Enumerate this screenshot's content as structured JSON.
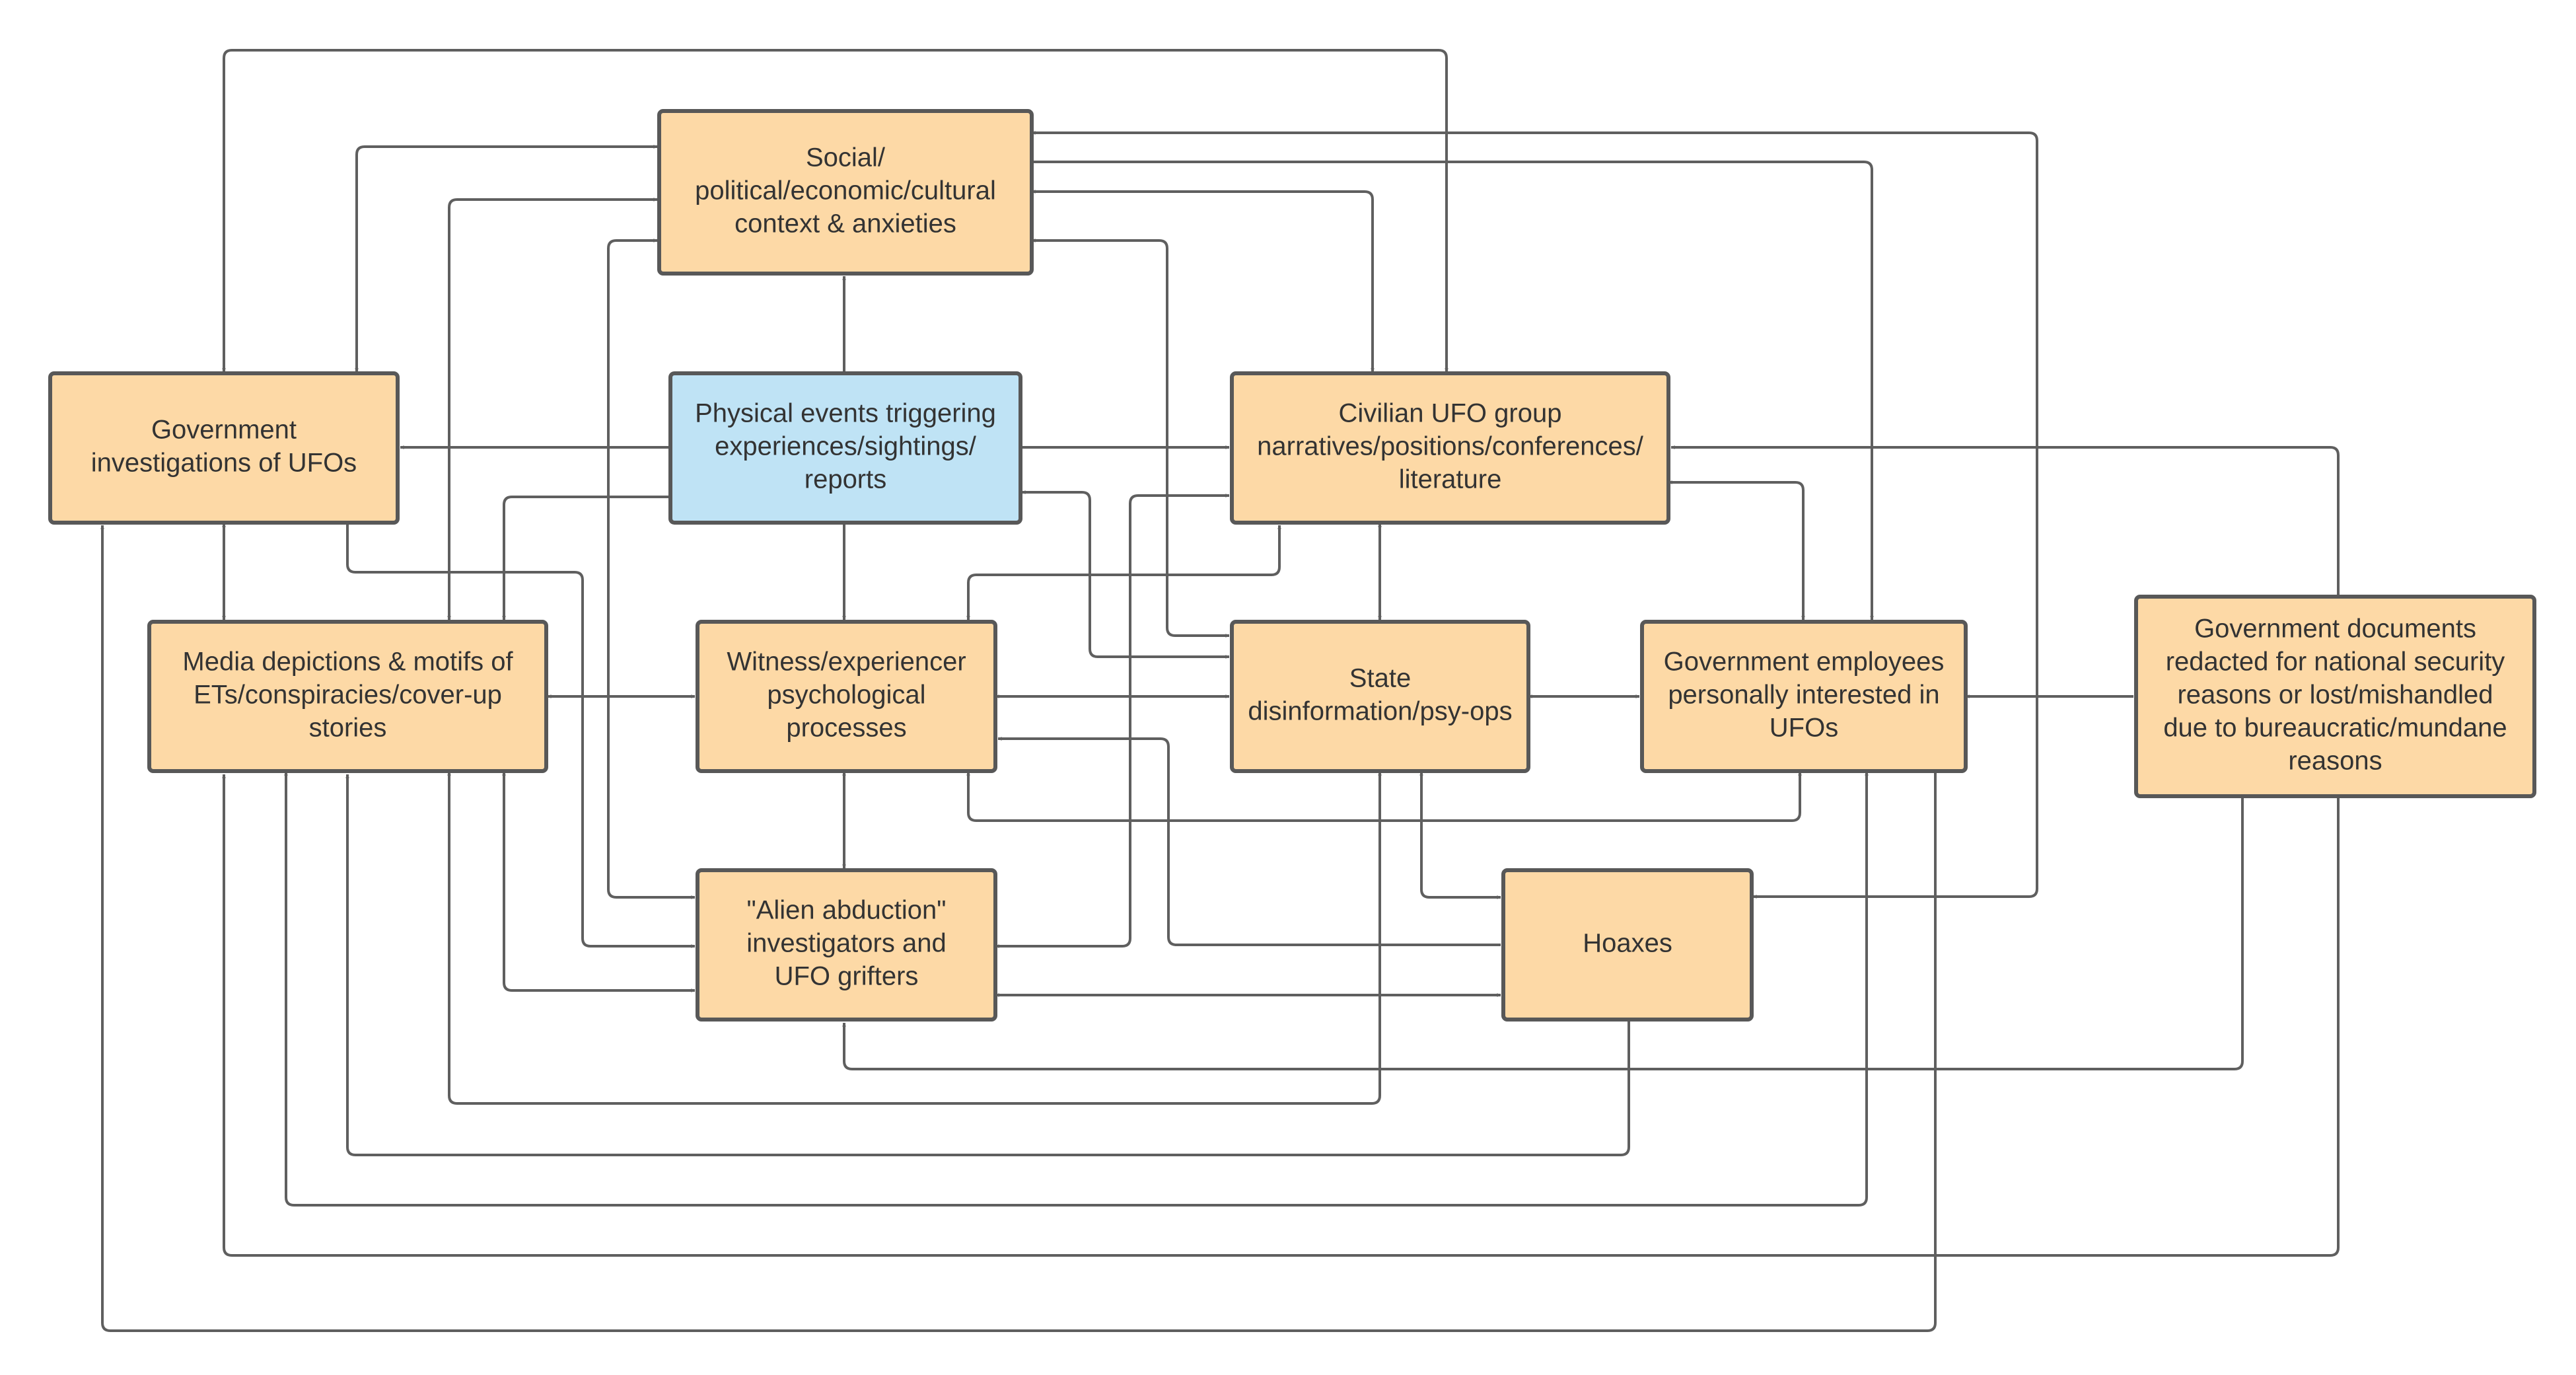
{
  "colors": {
    "node_fill": "#fdd9a6",
    "trigger_fill": "#bfe3f5",
    "border": "#585858",
    "edge": "#5f5f5f",
    "text": "#333333"
  },
  "nodes": {
    "social": {
      "lines": [
        "Social/",
        "political/economic/cultural",
        "context & anxieties"
      ]
    },
    "gov_invest": {
      "lines": [
        "Government",
        "investigations of UFOs"
      ]
    },
    "physical": {
      "lines": [
        "Physical events triggering",
        "experiences/sightings/",
        "reports"
      ]
    },
    "civilian": {
      "lines": [
        "Civilian UFO group",
        "narratives/positions/conferences/",
        "literature"
      ]
    },
    "media": {
      "lines": [
        "Media depictions & motifs of",
        "ETs/conspiracies/cover-up",
        "stories"
      ]
    },
    "witness": {
      "lines": [
        "Witness/experiencer",
        "psychological",
        "processes"
      ]
    },
    "state": {
      "lines": [
        "State",
        "disinformation/psy-ops"
      ]
    },
    "gov_emp": {
      "lines": [
        "Government employees",
        "personally interested in",
        "UFOs"
      ]
    },
    "gov_docs": {
      "lines": [
        "Government documents",
        "redacted for national security",
        "reasons or lost/mishandled",
        "due to bureaucratic/mundane",
        "reasons"
      ]
    },
    "abduction": {
      "lines": [
        "\"Alien abduction\"",
        "investigators and",
        "UFO grifters"
      ]
    },
    "hoaxes": {
      "lines": [
        "Hoaxes"
      ]
    }
  }
}
